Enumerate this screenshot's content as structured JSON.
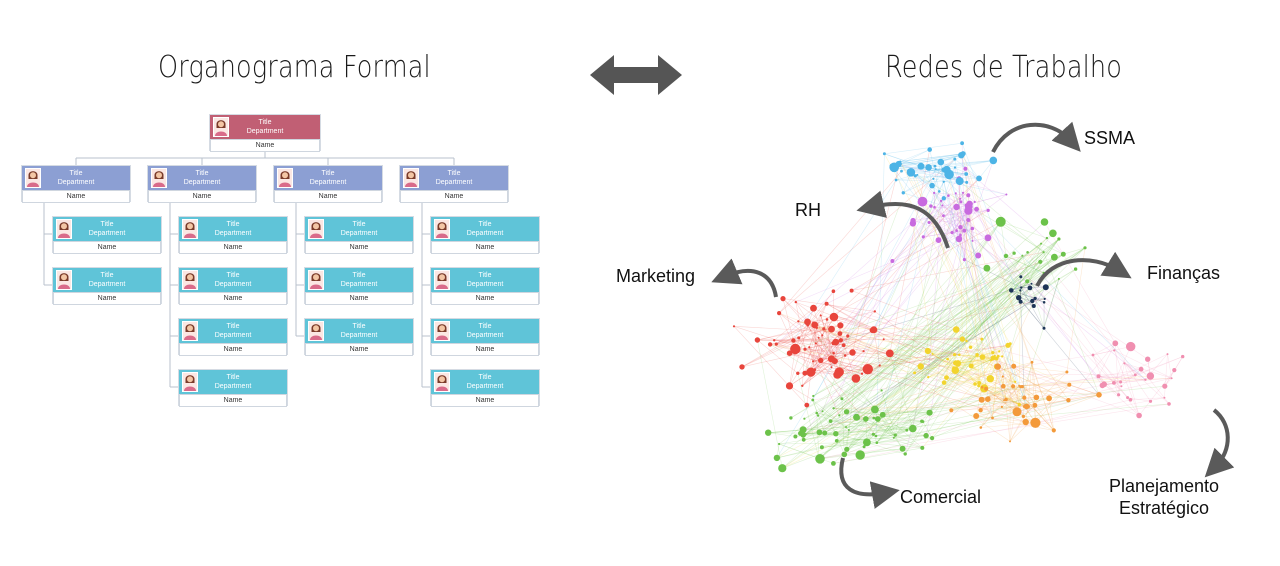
{
  "left_title": "Organograma Formal",
  "right_title": "Redes de Trabalho",
  "icons": {
    "exchange": "double-arrow-icon",
    "person": "person-avatar-icon"
  },
  "org_card": {
    "title": "Title",
    "department": "Department",
    "name": "Name"
  },
  "colors": {
    "root": "#c15f74",
    "department": "#8c9fd3",
    "staff": "#5fc4d8",
    "arrow": "#555555",
    "clusters": {
      "marketing": "#e8453c",
      "comercial": "#6cc24a",
      "rh": "#c86adf",
      "ssma": "#4db4e6",
      "financas": "#1e3557",
      "planejamento": "#f08fb0",
      "yellow": "#f2d42e",
      "orange": "#f39a3b"
    }
  },
  "network": {
    "labels": [
      {
        "id": "ssma",
        "text": "SSMA"
      },
      {
        "id": "rh",
        "text": "RH"
      },
      {
        "id": "marketing",
        "text": "Marketing"
      },
      {
        "id": "financas",
        "text": "Finanças"
      },
      {
        "id": "comercial",
        "text": "Comercial"
      },
      {
        "id": "planejamento",
        "line1": "Planejamento",
        "line2": "Estratégico"
      }
    ]
  }
}
